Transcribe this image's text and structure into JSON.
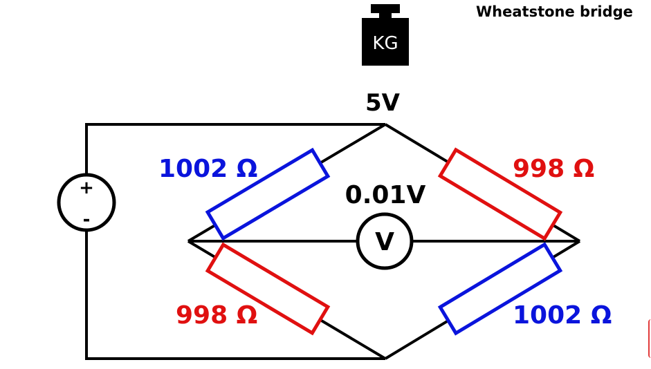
{
  "title": "Wheatstone bridge",
  "weight": {
    "label": "KG",
    "icon": "kg-weight-icon"
  },
  "supply": {
    "voltage_label": "5V",
    "plus_sign": "+",
    "minus_sign": "-",
    "icon": "voltage-source-icon"
  },
  "voltmeter": {
    "reading": "0.01V",
    "symbol": "V",
    "icon": "voltmeter-icon"
  },
  "resistors": {
    "top_left": {
      "label": "1002 Ω",
      "color": "#0a14dc"
    },
    "top_right": {
      "label": "998 Ω",
      "color": "#e01010"
    },
    "bottom_left": {
      "label": "998 Ω",
      "color": "#e01010"
    },
    "bottom_right": {
      "label": "1002 Ω",
      "color": "#0a14dc"
    }
  },
  "colors": {
    "wire": "#000000",
    "increased_resistance": "#0a14dc",
    "decreased_resistance": "#e01010"
  }
}
